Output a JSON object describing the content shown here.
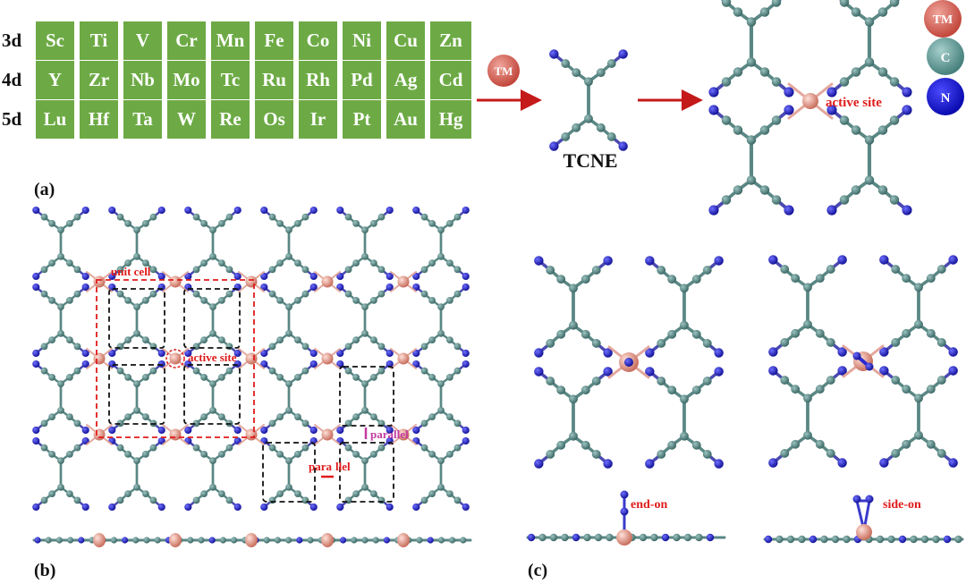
{
  "periodic_table": {
    "rows": [
      {
        "label": "3d",
        "elements": [
          "Sc",
          "Ti",
          "V",
          "Cr",
          "Mn",
          "Fe",
          "Co",
          "Ni",
          "Cu",
          "Zn"
        ]
      },
      {
        "label": "4d",
        "elements": [
          "Y",
          "Zr",
          "Nb",
          "Mo",
          "Tc",
          "Ru",
          "Rh",
          "Pd",
          "Ag",
          "Cd"
        ]
      },
      {
        "label": "5d",
        "elements": [
          "Lu",
          "Hf",
          "Ta",
          "W",
          "Re",
          "Os",
          "Ir",
          "Pt",
          "Au",
          "Hg"
        ]
      }
    ]
  },
  "labels": {
    "tm_ball": "TM",
    "tcne": "TCNE",
    "active_site": "active site",
    "panel_a": "(a)",
    "panel_b": "(b)",
    "panel_c": "(c)",
    "unit_cell": "unit  cell",
    "active_site_b": "active site",
    "parallel_1": "parallel",
    "parallel_2": "para",
    "parallel_3": "llel",
    "end_on": "end-on",
    "side_on": "side-on"
  },
  "legend": {
    "tm": "TM",
    "c": "C",
    "n": "N"
  },
  "colors": {
    "table_green": "#6daa45",
    "carbon": "#4f7f7c",
    "nitrogen": "#1c1cc8",
    "tm_metal": "#e29a8c",
    "tm_legend": "#d9675a",
    "arrow_red": "#c51a1a",
    "label_red": "#e01b1b",
    "parallel_magenta": "#c23aa0"
  }
}
